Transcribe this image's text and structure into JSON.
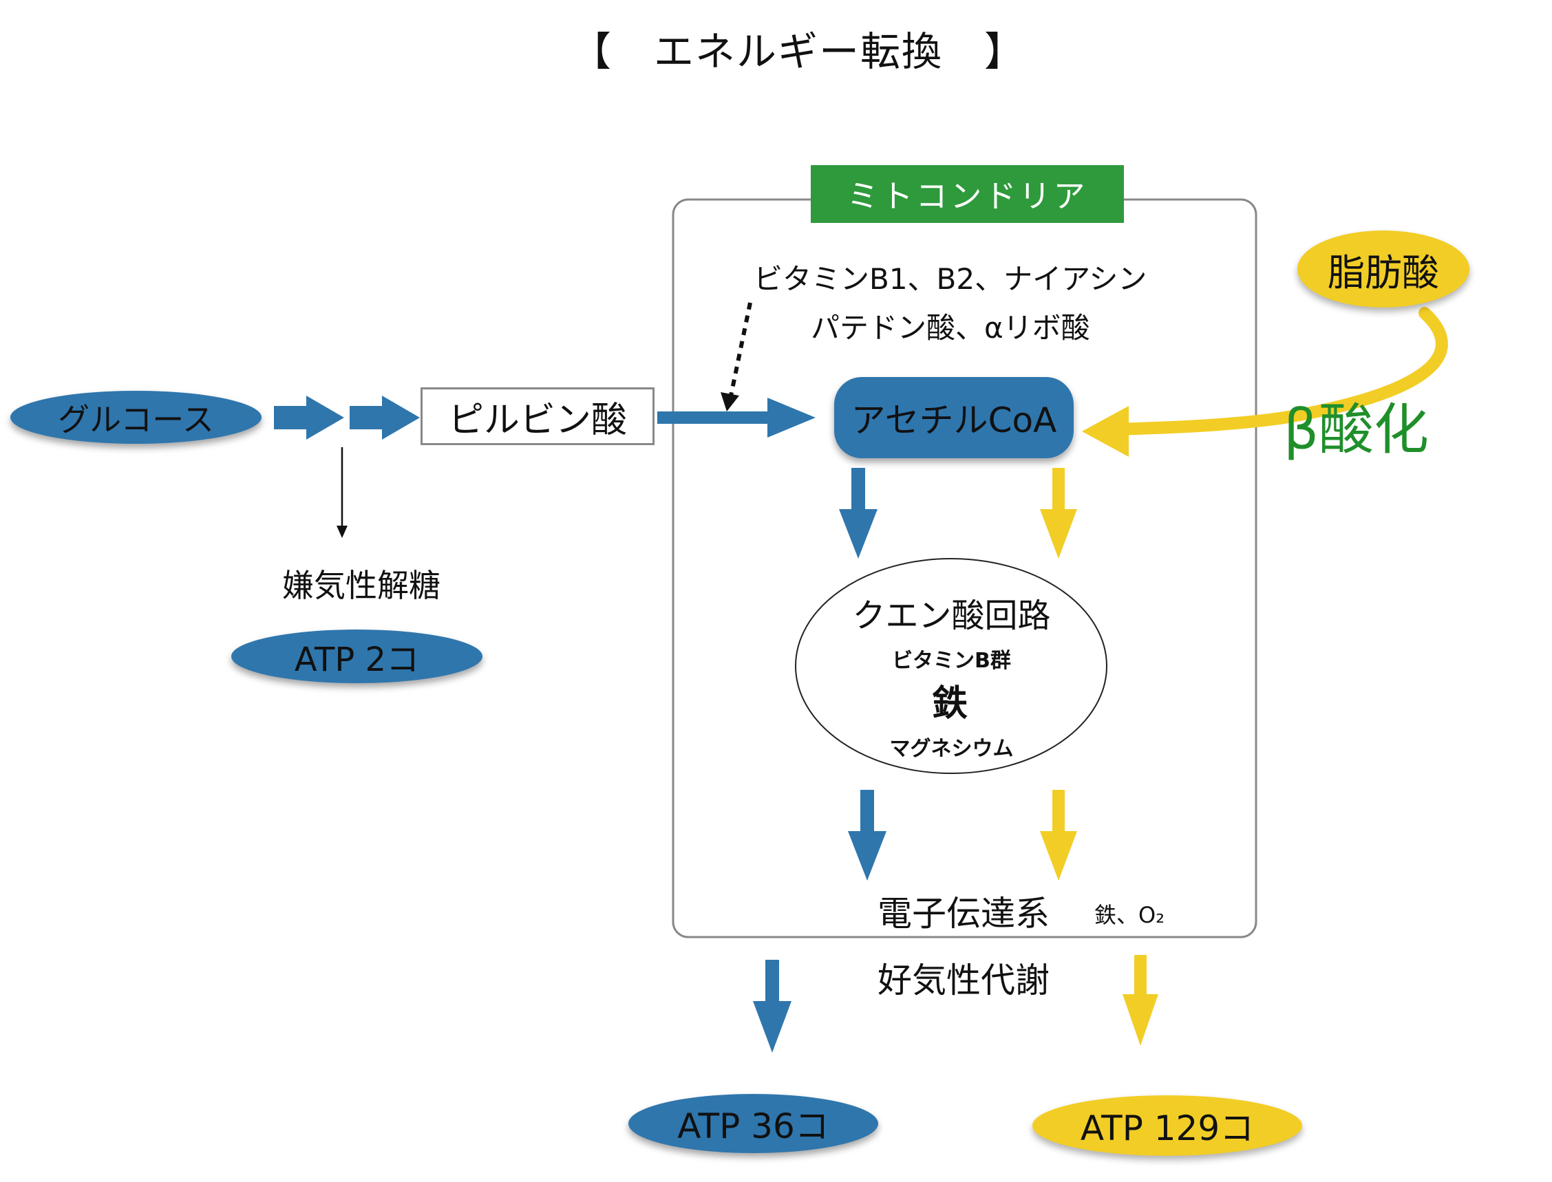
{
  "title": "【　エネルギー転換　】",
  "mitochondria": {
    "label": "ミトコンドリア",
    "cofactors_line1": "ビタミンB1、B2、ナイアシン",
    "cofactors_line2": "パテドン酸、αリボ酸"
  },
  "nodes": {
    "glucose": "グルコース",
    "pyruvate": "ピルビン酸",
    "acetyl_coa": "アセチルCoA",
    "fatty_acid": "脂肪酸",
    "beta_oxidation": "β酸化",
    "anaerobic": "嫌気性解糖",
    "atp_anaerobic": "ATP 2コ",
    "krebs": {
      "title": "クエン酸回路",
      "line1": "ビタミンB群",
      "line2": "鉄",
      "line3": "マグネシウム"
    },
    "electron_transport": "電子伝達系",
    "electron_cofactors": "鉄、O₂",
    "aerobic": "好気性代謝",
    "atp_aerobic_blue": "ATP 36コ",
    "atp_aerobic_yellow": "ATP 129コ"
  },
  "colors": {
    "blue": "#2f76ad",
    "yellow": "#f2cd25",
    "green_label": "#2e9a3c",
    "beta_text": "#1f8f2a"
  }
}
